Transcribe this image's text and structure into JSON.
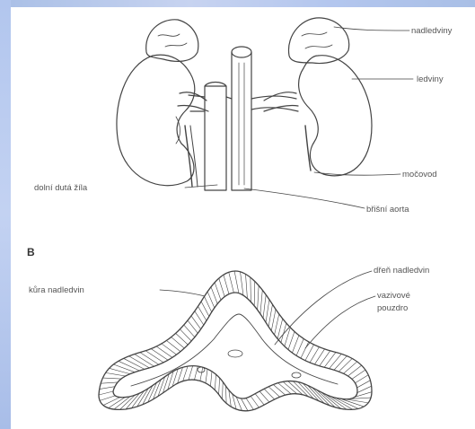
{
  "labels": {
    "adrenal": "nadledviny",
    "kidney": "ledviny",
    "ureter": "močovod",
    "vena_cava": "dolní dutá žíla",
    "aorta": "břišní aorta",
    "panel_b": "B",
    "cortex": "kůra nadledvin",
    "medulla": "dřeň nadledvin",
    "capsule_l1": "vazivové",
    "capsule_l2": "pouzdro"
  },
  "colors": {
    "line": "#444444",
    "label": "#555555",
    "frame": "#b3c6ee"
  }
}
